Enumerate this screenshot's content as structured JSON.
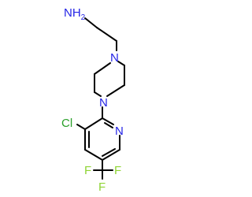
{
  "molecule": {
    "atoms": {
      "amine": {
        "symbol": "NH",
        "subscript": "2"
      },
      "piperazine_n_top": {
        "symbol": "N"
      },
      "piperazine_n_bottom": {
        "symbol": "N"
      },
      "pyridine_n": {
        "symbol": "N"
      },
      "chlorine": {
        "symbol": "Cl"
      },
      "fluorine_left": {
        "symbol": "F"
      },
      "fluorine_right": {
        "symbol": "F"
      },
      "fluorine_bottom": {
        "symbol": "F"
      }
    },
    "colors": {
      "bond": "#000000",
      "nitrogen": "#2323e6",
      "chlorine": "#2aa02a",
      "fluorine": "#8fd435"
    }
  }
}
